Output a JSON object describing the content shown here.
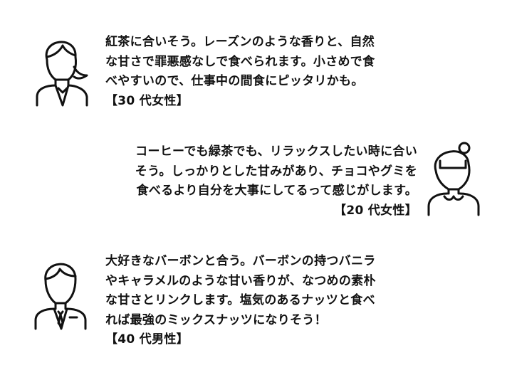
{
  "testimonials": [
    {
      "lines": [
        "紅茶に合いそう。レーズンのような香りと、自然",
        "な甘さで罪悪感なしで食べられます。小さめで食",
        "べやすいので、仕事中の間食にピッタリかも。"
      ],
      "attribution": "【30 代女性】",
      "icon": "woman-office-avatar-icon"
    },
    {
      "lines": [
        "コーヒーでも緑茶でも、リラックスしたい時に合い",
        "そう。しっかりとした甘みがあり、チョコやグミを",
        "食べるより自分を大事にしてるって感じがします。"
      ],
      "attribution": "【20 代女性】",
      "icon": "young-woman-avatar-icon"
    },
    {
      "lines": [
        "大好きなバーボンと合う。バーボンの持つバニラ",
        "やキャラメルのような甘い香りが、なつめの素朴",
        "な甘さとリンクします。塩気のあるナッツと食べ",
        "れば最強のミックスナッツになりそう！"
      ],
      "attribution": "【40 代男性】",
      "icon": "man-suit-avatar-icon"
    }
  ]
}
